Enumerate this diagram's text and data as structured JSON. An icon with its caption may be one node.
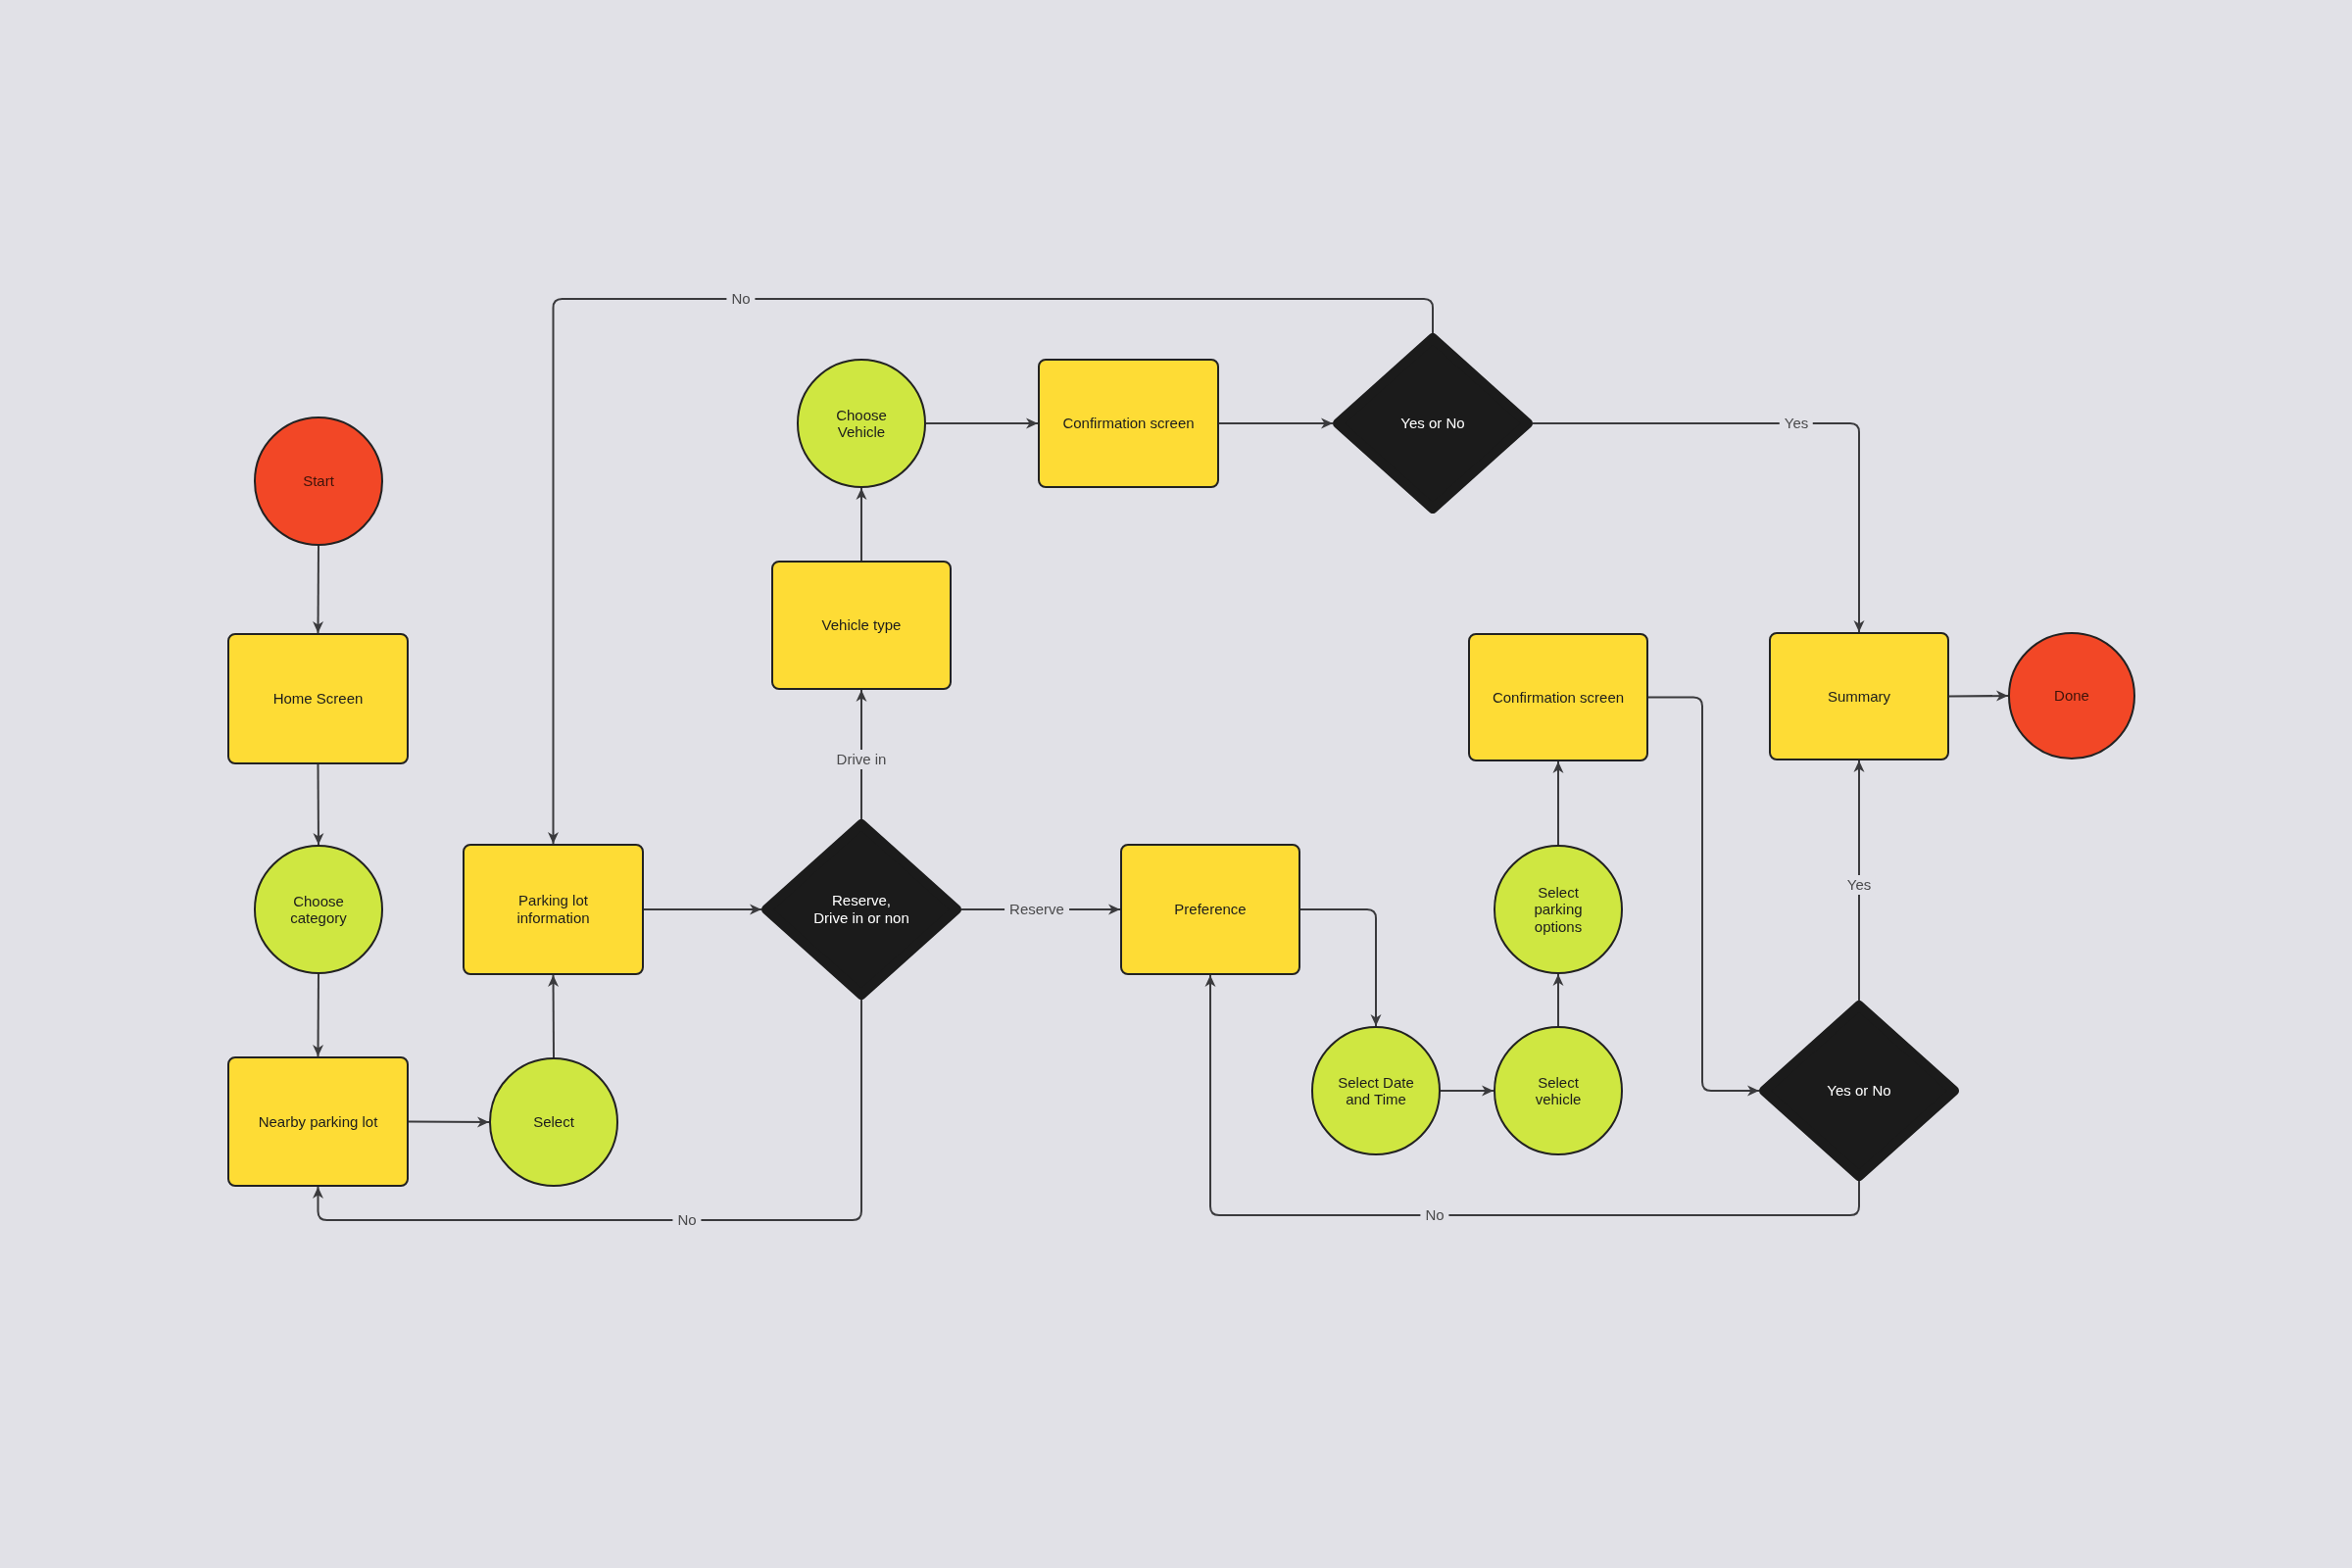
{
  "diagram": {
    "nodes": [
      {
        "text": [
          "Start"
        ]
      },
      {
        "text": [
          "Home Screen"
        ]
      },
      {
        "text": [
          "Choose category"
        ]
      },
      {
        "text": [
          "Nearby parking lot"
        ]
      },
      {
        "text": [
          "Select"
        ]
      },
      {
        "text": [
          "Parking lot information"
        ]
      },
      {
        "text": [
          "Reserve, Drive in or non"
        ]
      },
      {
        "text": [
          "Vehicle type"
        ]
      },
      {
        "text": [
          "Choose Vehicle"
        ]
      },
      {
        "text": [
          "Confirmation screen"
        ]
      },
      {
        "text": [
          "Yes or No"
        ]
      },
      {
        "text": [
          "Preference"
        ]
      },
      {
        "text": [
          "Select Date and Time"
        ]
      },
      {
        "text": [
          "Select vehicle"
        ]
      },
      {
        "text": [
          "Select parking options"
        ]
      },
      {
        "text": [
          "Confirmation screen"
        ]
      },
      {
        "text": [
          "Yes or No"
        ]
      },
      {
        "text": [
          "Summary"
        ]
      },
      {
        "text": [
          "Done"
        ]
      }
    ],
    "edges": [
      {
        "from": 0,
        "to": 1,
        "arrow": "to"
      },
      {
        "from": 1,
        "to": 2,
        "arrow": "to"
      },
      {
        "from": 2,
        "to": 3,
        "arrow": "to"
      },
      {
        "from": 3,
        "to": 4,
        "arrow": "to"
      },
      {
        "from": 4,
        "to": 5,
        "arrow": "to"
      },
      {
        "from": 5,
        "to": 6,
        "arrow": "to"
      },
      {
        "from": 6,
        "to": 7,
        "arrow": "to",
        "label": "Drive in"
      },
      {
        "from": 7,
        "to": 8,
        "arrow": "to"
      },
      {
        "from": 8,
        "to": 9,
        "arrow": "to"
      },
      {
        "from": 9,
        "to": 10,
        "arrow": "to"
      },
      {
        "from": 10,
        "to": 5,
        "arrow": "to",
        "label": "No"
      },
      {
        "from": 10,
        "to": 17,
        "arrow": "to",
        "label": "Yes"
      },
      {
        "from": 6,
        "to": 3,
        "arrow": "to",
        "label": "No"
      },
      {
        "from": 6,
        "to": 11,
        "arrow": "to",
        "label": "Reserve"
      },
      {
        "from": 11,
        "to": 12,
        "arrow": "to"
      },
      {
        "from": 12,
        "to": 13,
        "arrow": "to"
      },
      {
        "from": 13,
        "to": 14,
        "arrow": "to"
      },
      {
        "from": 14,
        "to": 15,
        "arrow": "to"
      },
      {
        "from": 15,
        "to": 16,
        "arrow": "to"
      },
      {
        "from": 16,
        "to": 17,
        "arrow": "to",
        "label": "Yes"
      },
      {
        "from": 16,
        "to": 11,
        "arrow": "to",
        "label": "No"
      },
      {
        "from": 17,
        "to": 18,
        "arrow": "to"
      }
    ]
  }
}
